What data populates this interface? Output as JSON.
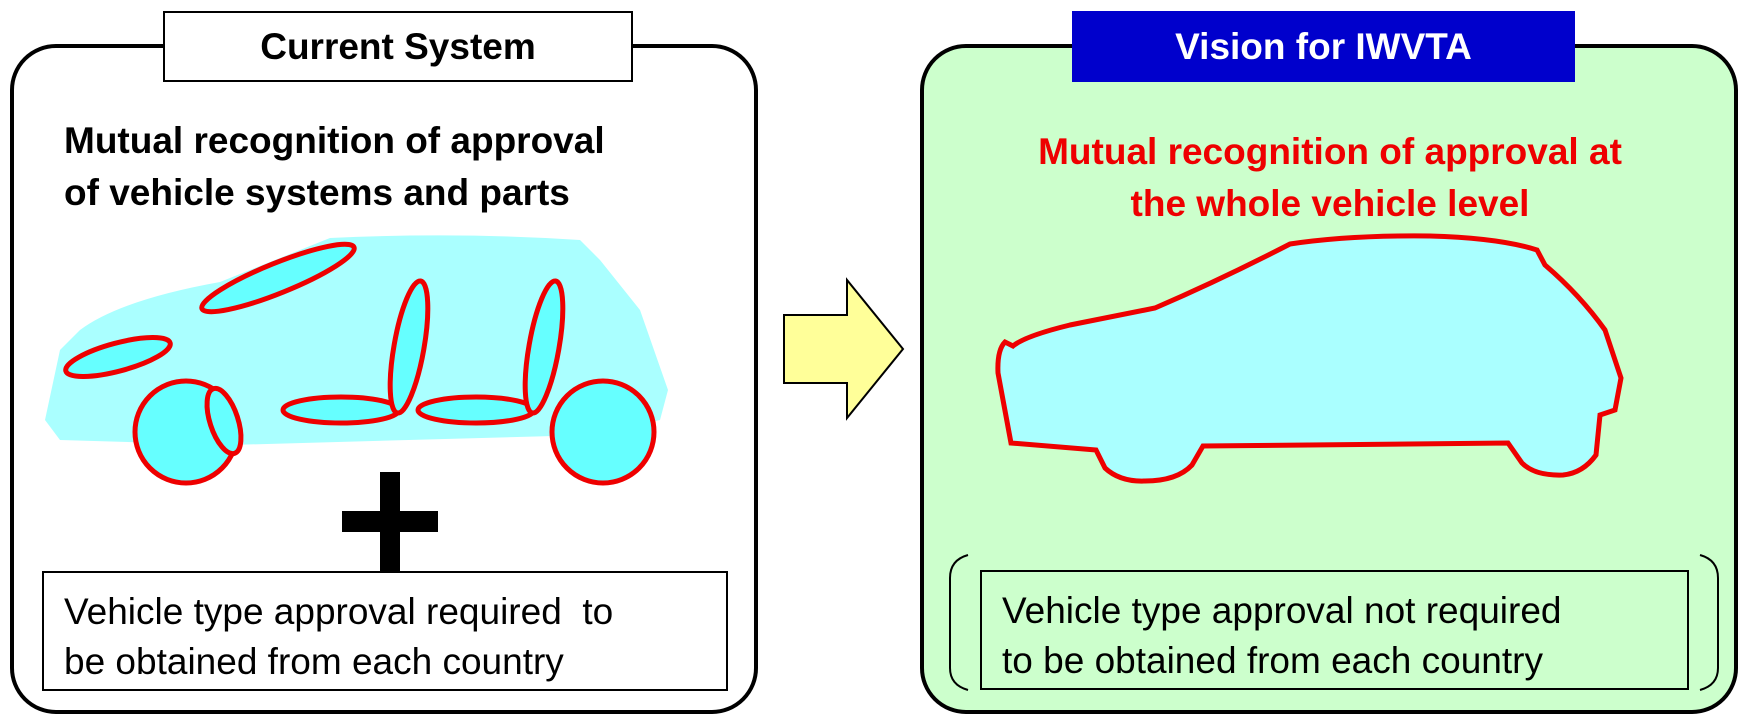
{
  "current_system": {
    "tab_title": "Current System",
    "heading_line1": "Mutual recognition of approval",
    "heading_line2": "of vehicle systems and parts",
    "plus_symbol": "+",
    "note_line1": "Vehicle type approval required  to",
    "note_line2": "be obtained from each country"
  },
  "vision": {
    "tab_title": "Vision for IWVTA",
    "heading_line1": "Mutual recognition of approval at",
    "heading_line2": "the whole vehicle level",
    "note_line1": "Vehicle type approval not required",
    "note_line2": "to be obtained from each country"
  },
  "colors": {
    "vision_tab_bg": "#0000cc",
    "vision_panel_bg": "#ccffcc",
    "highlight_red": "#ee0000",
    "parts_fill": "#66ffff",
    "car_silhouette_fill": "#aaffff",
    "arrow_fill": "#ffff99"
  },
  "icons": [
    "car-parts-illustration",
    "plus-icon",
    "right-arrow-icon",
    "whole-car-silhouette-icon"
  ]
}
